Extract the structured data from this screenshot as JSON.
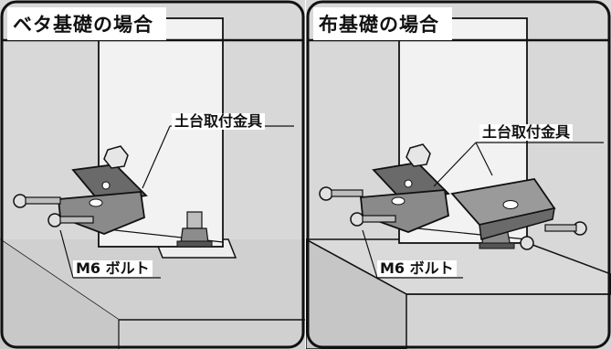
{
  "panels": {
    "left": {
      "title": "ベタ基礎の場合",
      "bracket_label": "土台取付金具",
      "bolt_label": "M6 ボルト"
    },
    "right": {
      "title": "布基礎の場合",
      "bracket_label": "土台取付金具",
      "bolt_label": "M6 ボルト"
    }
  },
  "colors": {
    "background": "#d8d8d8",
    "post": "#f2f2f2",
    "bracket_dark": "#6a6a6a",
    "bracket_light": "#9a9a9a",
    "foundation": "#d0d0d0",
    "outline": "#111111"
  }
}
